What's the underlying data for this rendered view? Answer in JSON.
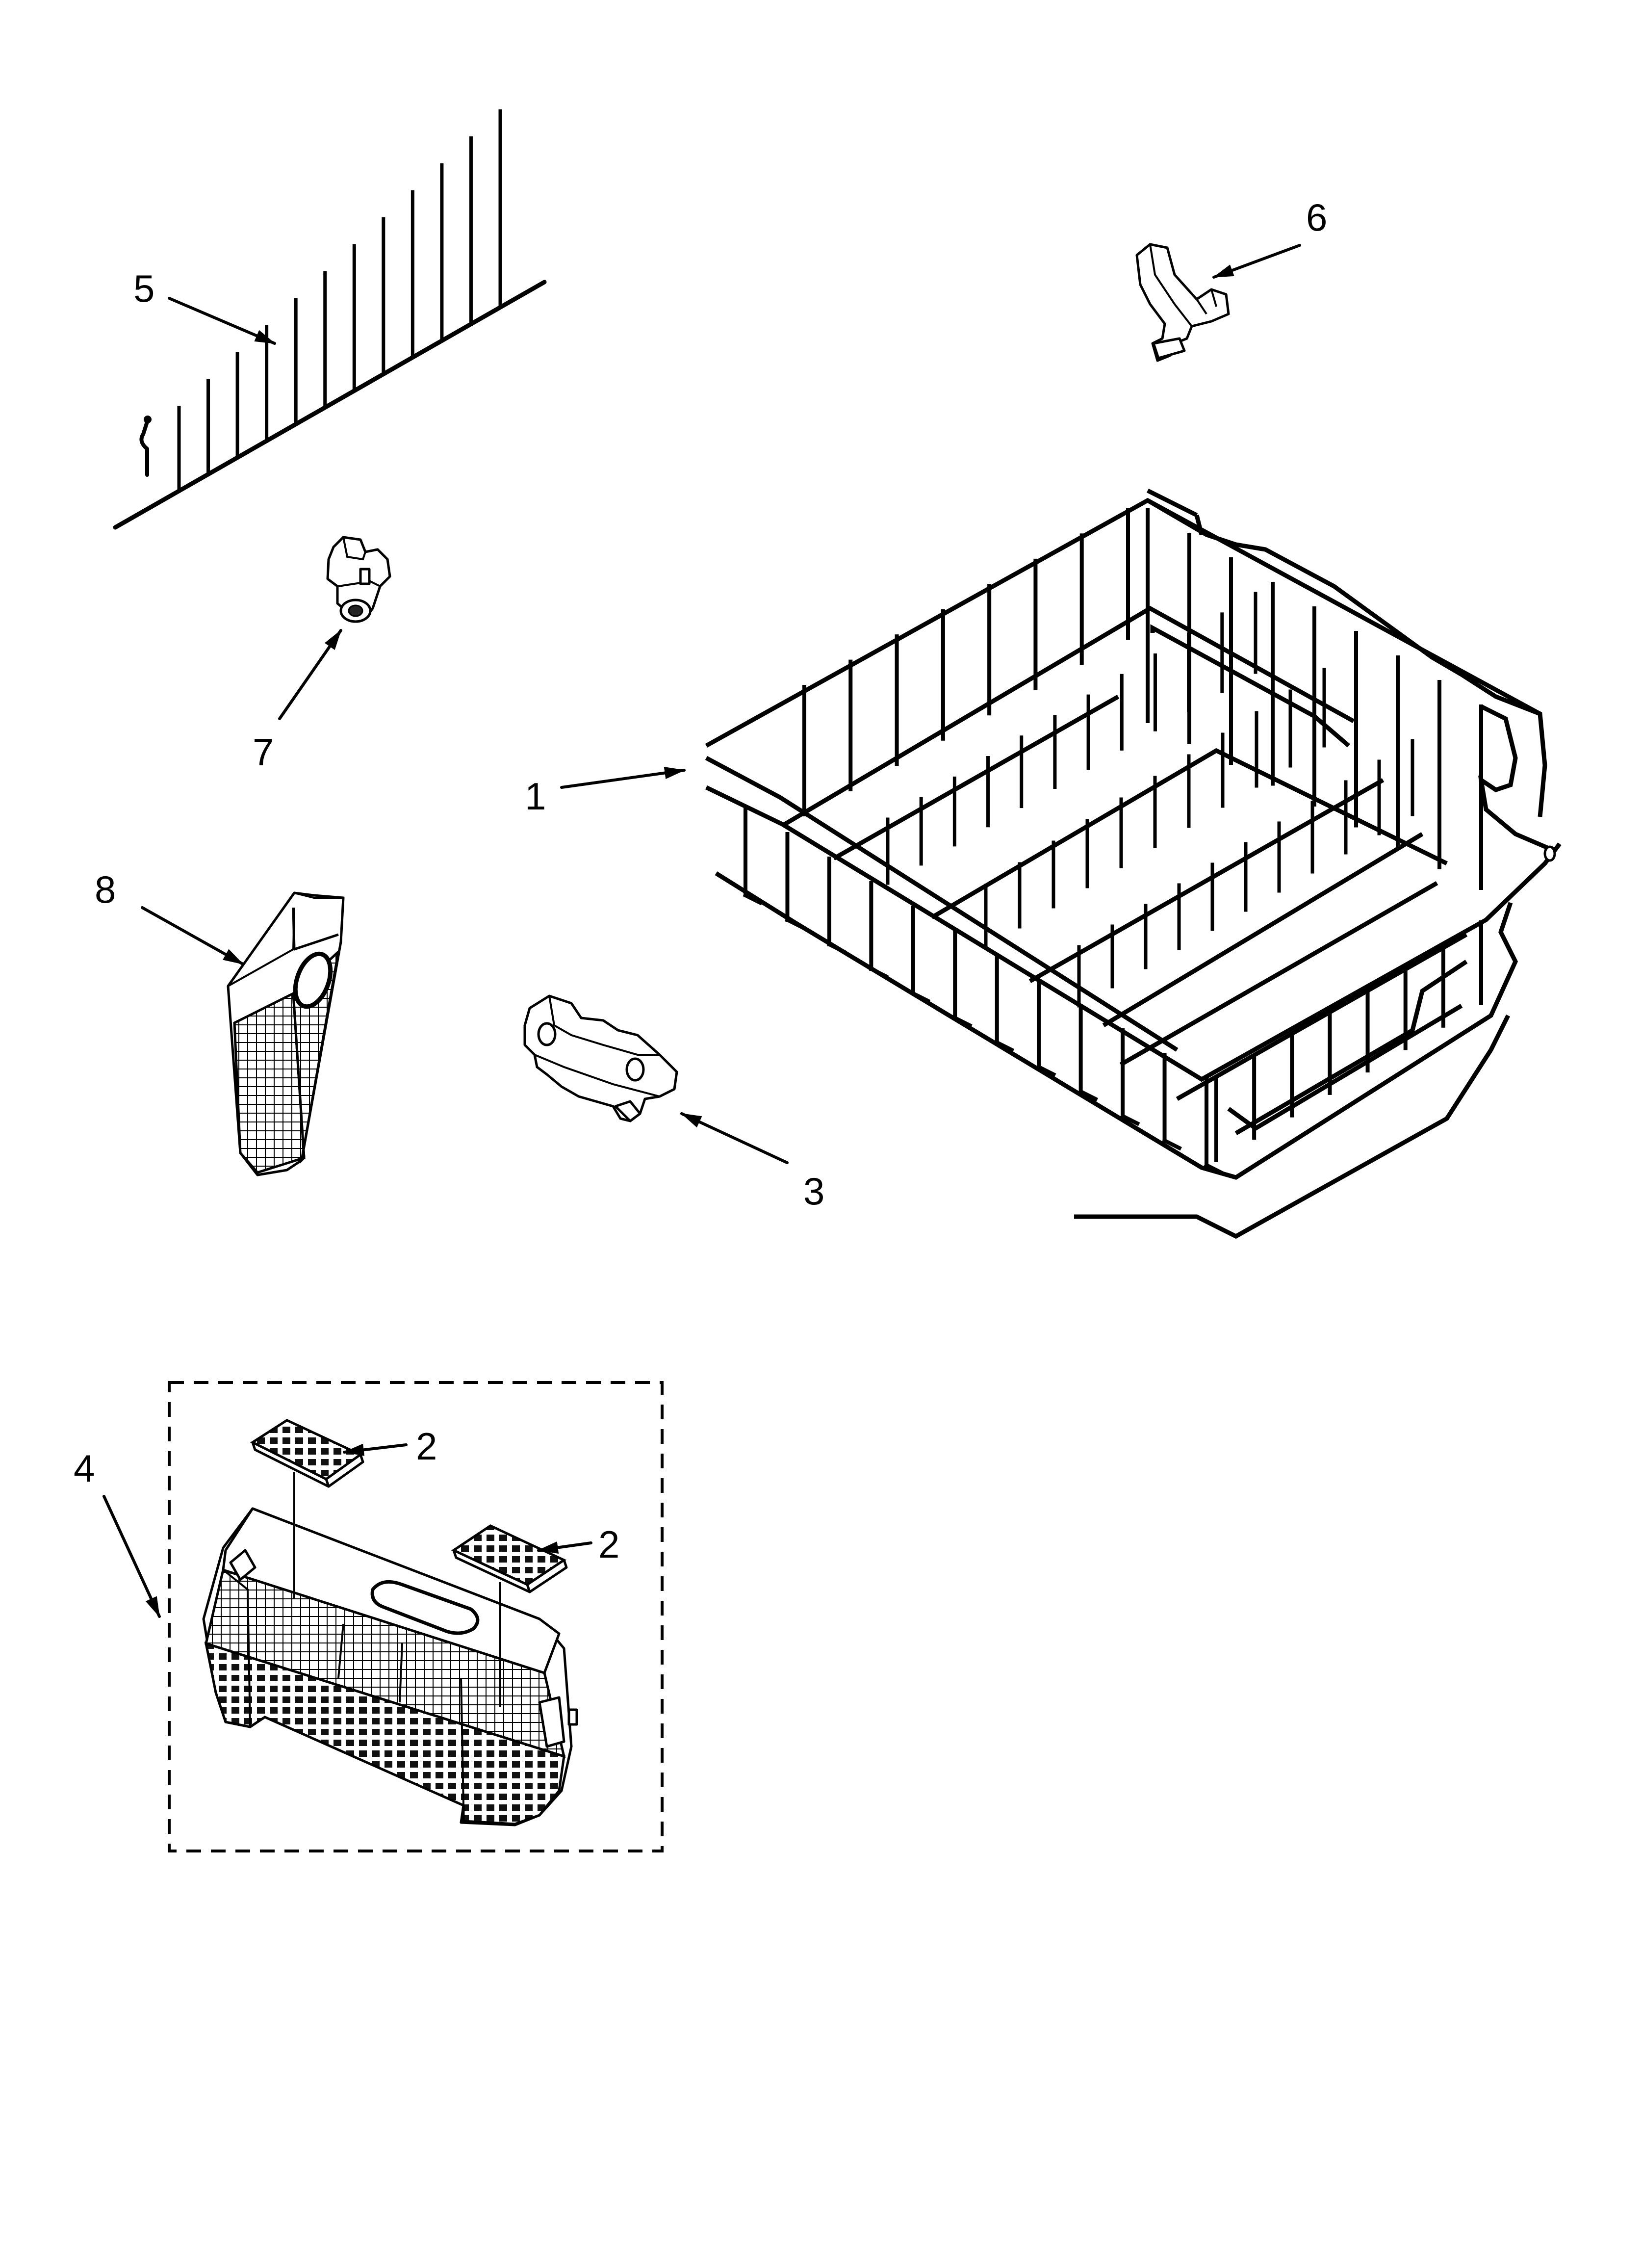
{
  "callouts": {
    "c1": "1",
    "c2a": "2",
    "c2b": "2",
    "c3": "3",
    "c4": "4",
    "c5": "5",
    "c6": "6",
    "c7": "7",
    "c8": "8"
  },
  "colors": {
    "ink": "#000000",
    "paper": "#ffffff"
  }
}
